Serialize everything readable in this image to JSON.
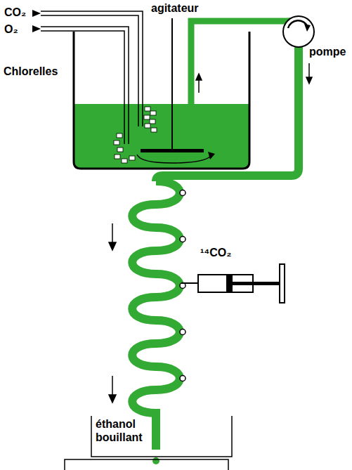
{
  "diagram": {
    "labels": [
      "CO₂",
      "O₂",
      "agitateur",
      "Chlorelles",
      "pompe",
      "¹⁴CO₂",
      "éthanol bouillant"
    ]
  }
}
